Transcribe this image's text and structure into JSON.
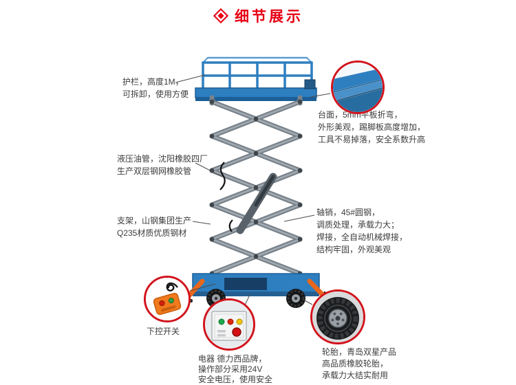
{
  "header": {
    "title": "细节展示",
    "title_color": "#e60012",
    "icon": "diamond-logo-icon"
  },
  "callouts": {
    "guardrail": {
      "lines": [
        "护栏，高度1M，",
        "可拆卸，使用方便"
      ]
    },
    "platform": {
      "lines": [
        "台面，5mm平板折弯，",
        "外形美观，踢脚板高度增加，",
        "工具不易掉落，安全系数升高"
      ]
    },
    "hydraulic_hose": {
      "lines": [
        "液压油管，沈阳橡胶四厂",
        "生产双层钢网橡胶管"
      ]
    },
    "support_frame": {
      "lines": [
        "支架，山钢集团生产",
        "Q235材质优质钢材"
      ]
    },
    "axle_pin_weld": {
      "lines": [
        "轴销，45#圆钢，",
        "调质处理，承载力大；",
        "焊接，全自动机械焊接，",
        "结构牢固，外观美观"
      ]
    },
    "lower_control": {
      "lines": [
        "下控开关"
      ]
    },
    "electric": {
      "lines": [
        "电器 德力西品牌，",
        "操作部分采用24V",
        "安全电压，使用安全"
      ]
    },
    "tire": {
      "lines": [
        "轮胎，青岛双星产品",
        "高品质橡胶轮胎，",
        "承载力大结实耐用"
      ]
    }
  },
  "details": {
    "ring_color": "#d2131c",
    "items": [
      "platform-edge-photo",
      "remote-control-photo",
      "control-panel-photo",
      "tire-photo"
    ]
  },
  "machine": {
    "body_blue": "#2e7fc0",
    "scissor_gray": "#848d94",
    "outrigger_orange": "#e8671c",
    "chassis_dark": "#1c5e97"
  },
  "text_color": "#3c3c3c",
  "connector_color": "#4a4a4a"
}
